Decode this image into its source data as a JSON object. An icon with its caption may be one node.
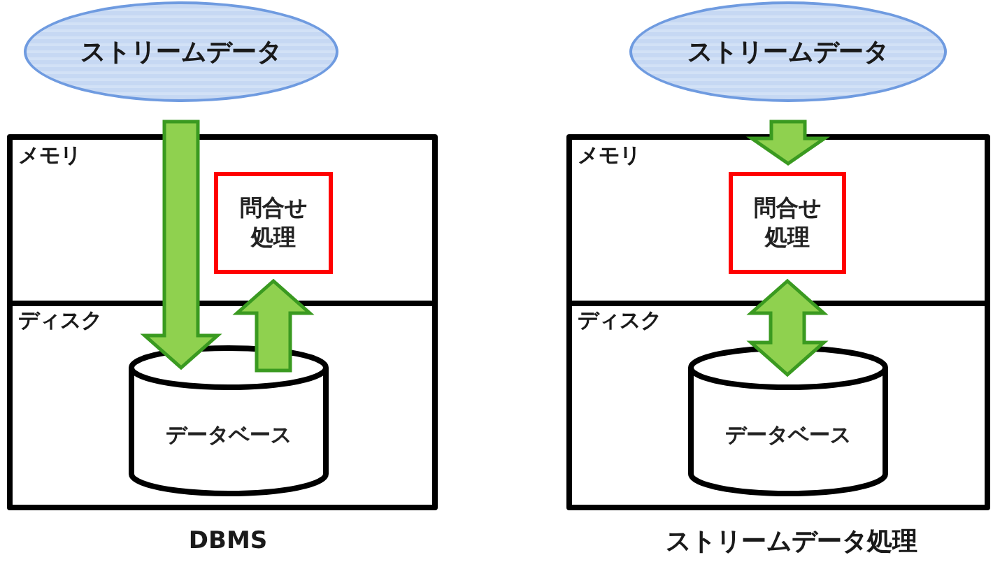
{
  "diagram": {
    "nodes": [
      {
        "text": [
          "ストリームデータ"
        ]
      },
      {
        "text": [],
        "shape": "box",
        "beside": [
          "DBMS"
        ]
      },
      {
        "text": [
          "メモリ"
        ],
        "in": 1
      },
      {
        "text": [
          "問合せ処理"
        ],
        "in": 2
      },
      {
        "text": [
          "ディスク"
        ],
        "in": 1
      },
      {
        "text": [
          "データベース"
        ],
        "in": 4
      },
      {
        "text": [
          "ストリームデータ"
        ]
      },
      {
        "text": [],
        "shape": "box",
        "beside": [
          "ストリームデータ処理"
        ]
      },
      {
        "text": [
          "メモリ"
        ],
        "in": 7
      },
      {
        "text": [
          "問合せ処理"
        ],
        "in": 8
      },
      {
        "text": [
          "ディスク"
        ],
        "in": 7
      },
      {
        "text": [
          "データベース"
        ],
        "in": 10
      }
    ],
    "edges": [
      {
        "from": 0,
        "to": 5,
        "arrow": "to"
      },
      {
        "from": 5,
        "to": 3,
        "arrow": "to"
      },
      {
        "from": 6,
        "to": 9,
        "arrow": "to"
      },
      {
        "from": 9,
        "to": 11,
        "arrow": "both"
      }
    ]
  }
}
